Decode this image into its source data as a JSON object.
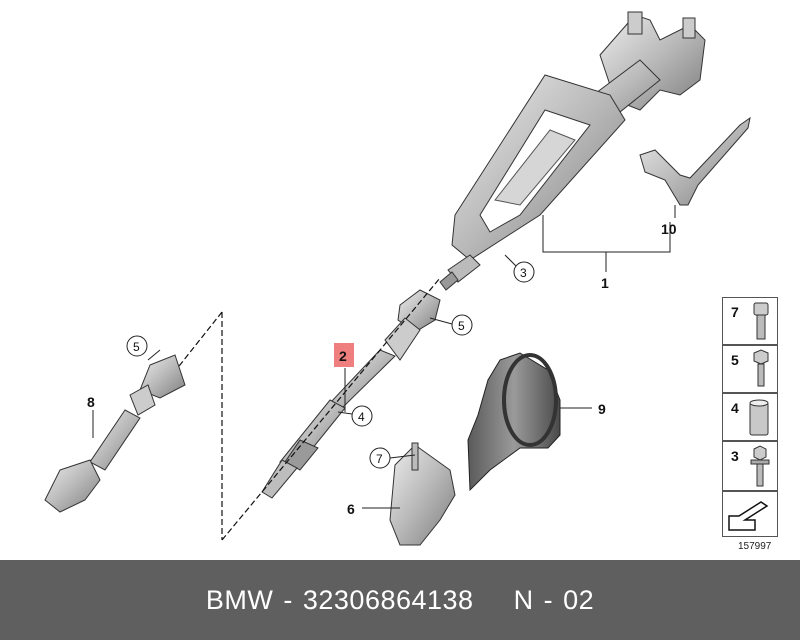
{
  "callouts": {
    "c1": "1",
    "c2": "2",
    "c3": "3",
    "c4": "4",
    "c5a": "5",
    "c5b": "5",
    "c6": "6",
    "c7": "7",
    "c8": "8",
    "c9": "9",
    "c10": "10"
  },
  "legend": [
    {
      "num": "7",
      "icon": "torx-bolt-icon"
    },
    {
      "num": "5",
      "icon": "hex-bolt-icon"
    },
    {
      "num": "4",
      "icon": "sleeve-nut-icon"
    },
    {
      "num": "3",
      "icon": "flange-bolt-icon"
    },
    {
      "num": "",
      "icon": "direction-arrow-icon"
    }
  ],
  "reference_number": "157997",
  "footer": {
    "brand": "BMW",
    "sep1": "-",
    "part_number": "32306864138",
    "position_label": "N",
    "sep2": "-",
    "position_number": "02"
  },
  "colors": {
    "footer_bg": "#5f5f5f",
    "highlight": "#ef7f7f"
  }
}
